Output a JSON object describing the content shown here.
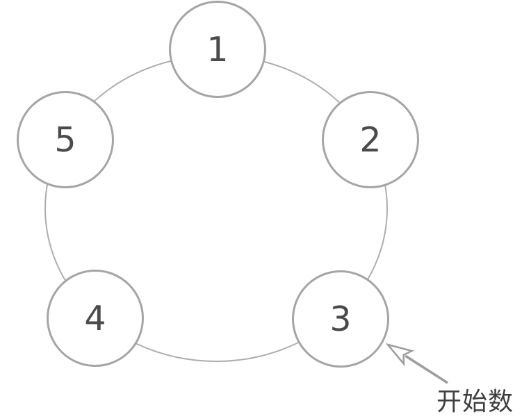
{
  "diagram": {
    "nodes": [
      {
        "label": "1"
      },
      {
        "label": "2"
      },
      {
        "label": "3"
      },
      {
        "label": "4"
      },
      {
        "label": "5"
      }
    ],
    "annotation": {
      "label": "开始数"
    },
    "colors": {
      "background": "#ffffff",
      "ring_stroke": "#adadad",
      "node_stroke": "#a5a5a5",
      "node_fill": "#ffffff",
      "node_number": "#4a4a4a",
      "arrow": "#9d9d9d",
      "annotation_text": "#3f3f3f"
    }
  }
}
